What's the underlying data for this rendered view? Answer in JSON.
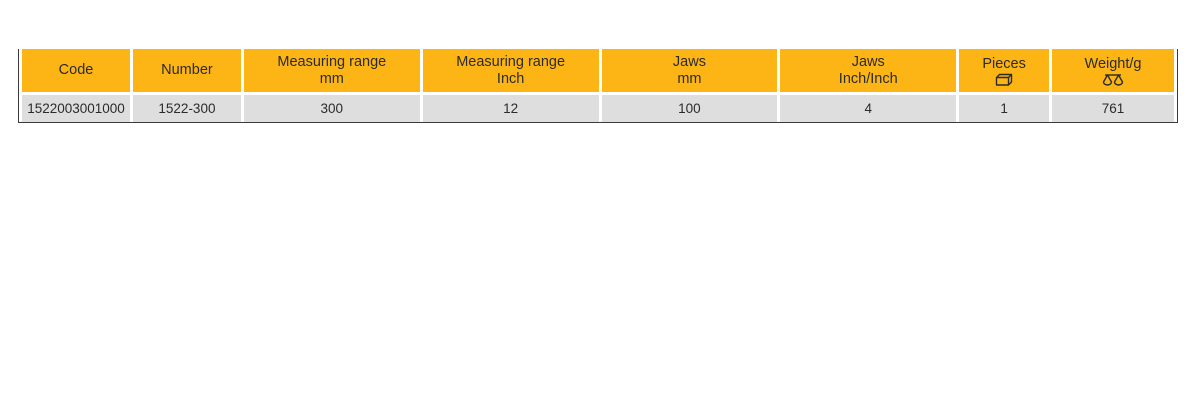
{
  "table": {
    "headers": [
      {
        "line1": "Code",
        "line2": ""
      },
      {
        "line1": "Number",
        "line2": ""
      },
      {
        "line1": "Measuring range",
        "line2": "mm"
      },
      {
        "line1": "Measuring range",
        "line2": "Inch"
      },
      {
        "line1": "Jaws",
        "line2": "mm"
      },
      {
        "line1": "Jaws",
        "line2": "Inch/Inch"
      },
      {
        "line1": "Pieces",
        "icon": "package-box-icon"
      },
      {
        "line1": "Weight/g",
        "icon": "balance-scale-icon"
      }
    ],
    "rows": [
      [
        "1522003001000",
        "1522-300",
        "300",
        "12",
        "100",
        "4",
        "1",
        "761"
      ]
    ]
  },
  "colors": {
    "header_bg": "#fdb515",
    "row_bg": "#dedede",
    "text": "#2b2b2b",
    "border": "#3a3a3a"
  }
}
